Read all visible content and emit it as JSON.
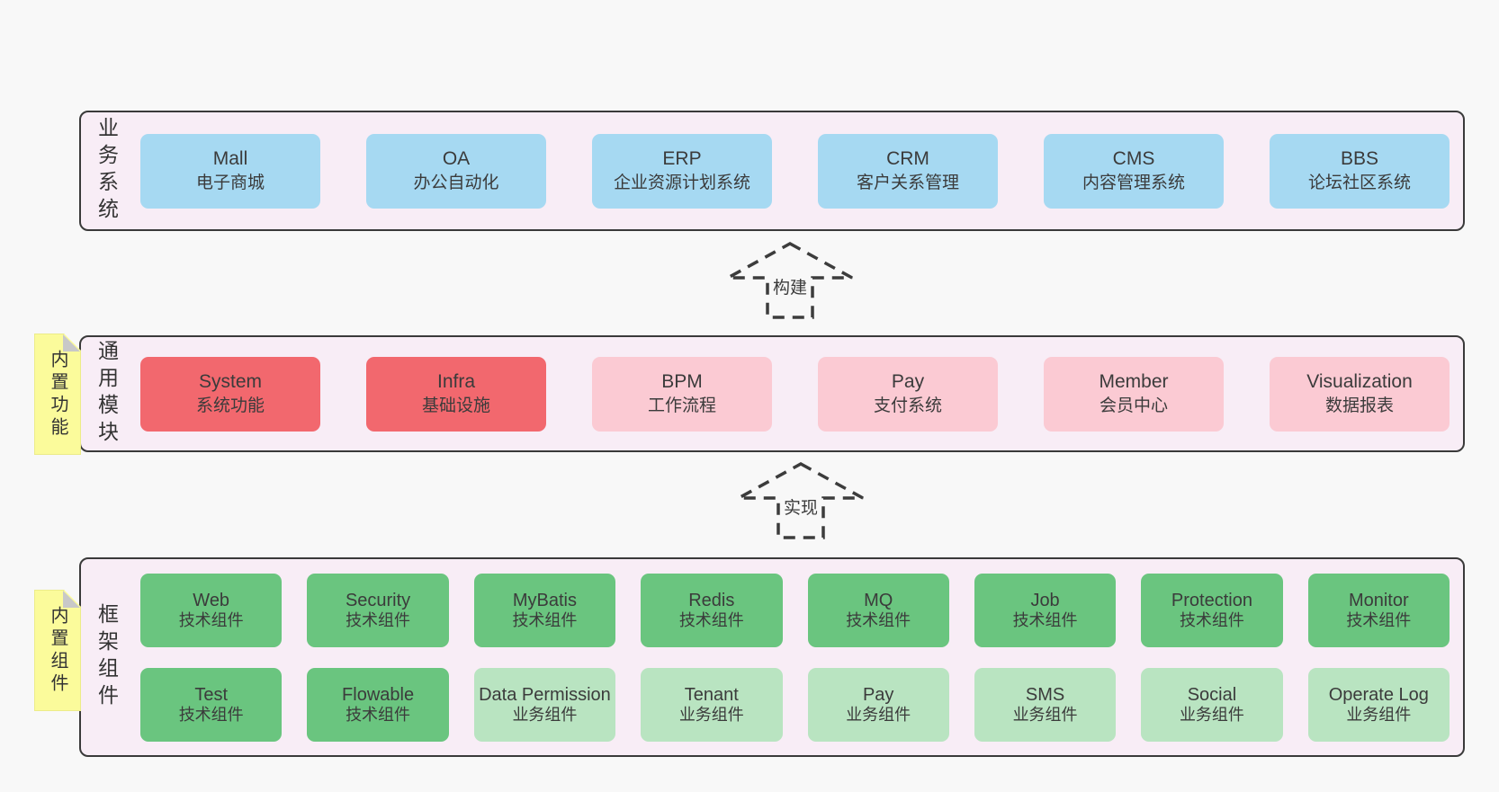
{
  "colors": {
    "page_bg": "#f8f8f8",
    "panel_bg": "#f8edf6",
    "panel_border": "#3a3a3a",
    "blue": "#a6d9f2",
    "red": "#f2686e",
    "pink": "#fbcad3",
    "green": "#6ac57f",
    "light_green": "#b9e4c1",
    "yellow": "#fbfb9b",
    "fold_gray": "#c8c8c8",
    "text": "#3b3b3b"
  },
  "arrows": {
    "build": {
      "label": "构建"
    },
    "implement": {
      "label": "实现"
    }
  },
  "business": {
    "label": "业务系统",
    "boxes": [
      {
        "en": "Mall",
        "zh": "电子商城"
      },
      {
        "en": "OA",
        "zh": "办公自动化"
      },
      {
        "en": "ERP",
        "zh": "企业资源计划系统"
      },
      {
        "en": "CRM",
        "zh": "客户关系管理"
      },
      {
        "en": "CMS",
        "zh": "内容管理系统"
      },
      {
        "en": "BBS",
        "zh": "论坛社区系统"
      }
    ]
  },
  "modules": {
    "label": "通用模块",
    "sticky": "内置功能",
    "boxes": [
      {
        "en": "System",
        "zh": "系统功能"
      },
      {
        "en": "Infra",
        "zh": "基础设施"
      },
      {
        "en": "BPM",
        "zh": "工作流程"
      },
      {
        "en": "Pay",
        "zh": "支付系统"
      },
      {
        "en": "Member",
        "zh": "会员中心"
      },
      {
        "en": "Visualization",
        "zh": "数据报表"
      }
    ]
  },
  "components": {
    "label": "框架组件",
    "sticky": "内置组件",
    "row1": [
      {
        "en": "Web",
        "zh": "技术组件"
      },
      {
        "en": "Security",
        "zh": "技术组件"
      },
      {
        "en": "MyBatis",
        "zh": "技术组件"
      },
      {
        "en": "Redis",
        "zh": "技术组件"
      },
      {
        "en": "MQ",
        "zh": "技术组件"
      },
      {
        "en": "Job",
        "zh": "技术组件"
      },
      {
        "en": "Protection",
        "zh": "技术组件"
      },
      {
        "en": "Monitor",
        "zh": "技术组件"
      }
    ],
    "row2": [
      {
        "en": "Test",
        "zh": "技术组件"
      },
      {
        "en": "Flowable",
        "zh": "技术组件"
      },
      {
        "en": "Data Permission",
        "zh": "业务组件"
      },
      {
        "en": "Tenant",
        "zh": "业务组件"
      },
      {
        "en": "Pay",
        "zh": "业务组件"
      },
      {
        "en": "SMS",
        "zh": "业务组件"
      },
      {
        "en": "Social",
        "zh": "业务组件"
      },
      {
        "en": "Operate Log",
        "zh": "业务组件"
      }
    ]
  }
}
